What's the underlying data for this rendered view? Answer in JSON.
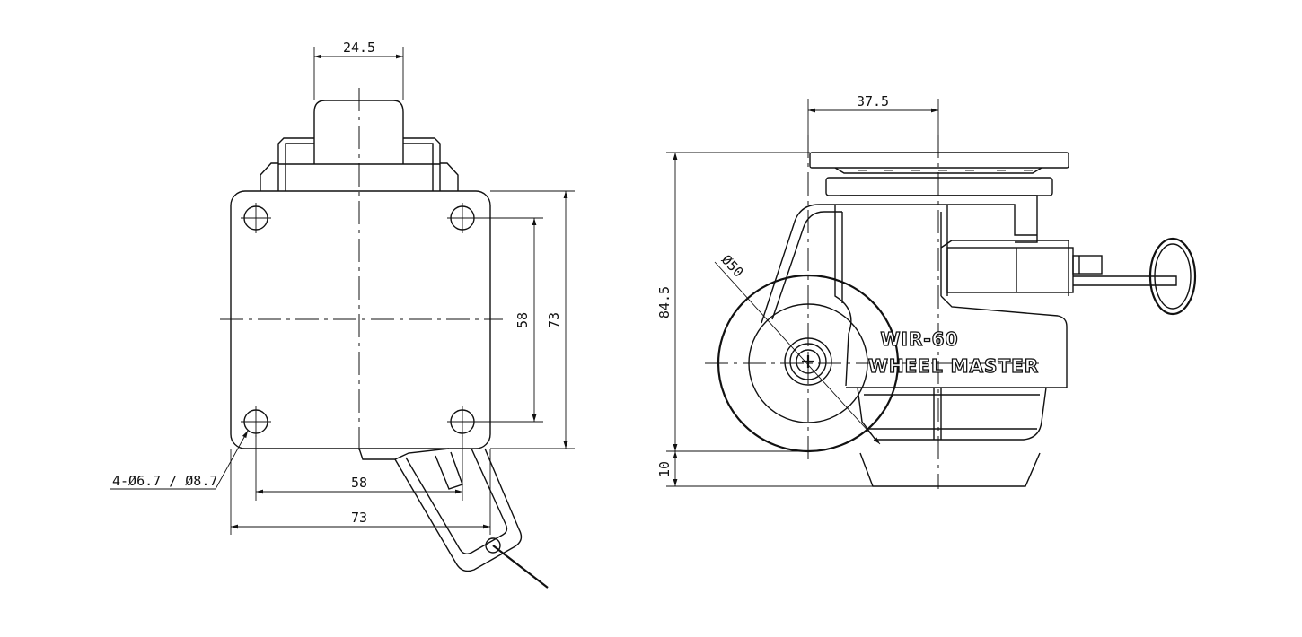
{
  "top_view": {
    "dim_top_width": "24.5",
    "dim_hole_spacing_vertical": "58",
    "dim_plate_height": "73",
    "dim_hole_spacing_horizontal": "58",
    "dim_plate_width": "73",
    "hole_callout": "4-Ø6.7 / Ø8.7"
  },
  "side_view": {
    "dim_offset": "37.5",
    "dim_total_height": "84.5",
    "dim_wheel_diameter": "Ø50",
    "dim_lift": "10",
    "model_label": "WIR-60",
    "brand_label": "WHEEL MASTER"
  }
}
